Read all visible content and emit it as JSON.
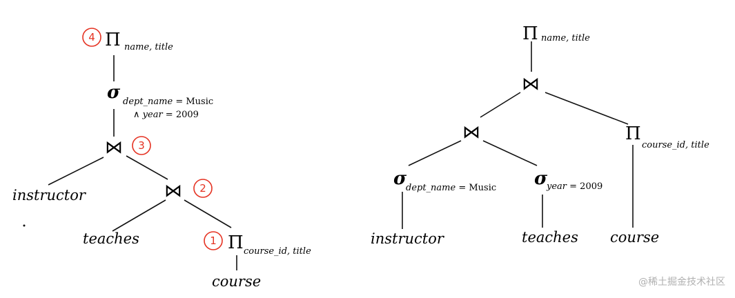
{
  "left_tree": {
    "project_top": {
      "symbol": "Π",
      "subscript": "name, title",
      "marker": "4"
    },
    "select": {
      "symbol": "σ",
      "cond_line1_attr": "dept_name",
      "cond_line1_val": " = Music",
      "cond_line2_prefix": "∧ ",
      "cond_line2_attr": "year",
      "cond_line2_val": " = 2009"
    },
    "join_upper": {
      "symbol": "⋈",
      "marker": "3"
    },
    "join_lower": {
      "symbol": "⋈",
      "marker": "2"
    },
    "project_bottom": {
      "symbol": "Π",
      "subscript": "course_id, title",
      "marker": "1"
    },
    "leaves": {
      "instructor": "instructor",
      "teaches": "teaches",
      "course": "course"
    }
  },
  "right_tree": {
    "project_top": {
      "symbol": "Π",
      "subscript": "name, title"
    },
    "join_top": {
      "symbol": "⋈"
    },
    "join_left": {
      "symbol": "⋈"
    },
    "select_dept": {
      "symbol": "σ",
      "attr": "dept_name",
      "val": " = Music"
    },
    "select_year": {
      "symbol": "σ",
      "attr": "year",
      "val": " = 2009"
    },
    "project_course": {
      "symbol": "Π",
      "subscript": "course_id, title"
    },
    "leaves": {
      "instructor": "instructor",
      "teaches": "teaches",
      "course": "course"
    }
  },
  "watermark": "@稀土掘金技术社区",
  "colors": {
    "ink": "#111111",
    "marker": "#e53222",
    "watermark": "#b0b0b0"
  }
}
